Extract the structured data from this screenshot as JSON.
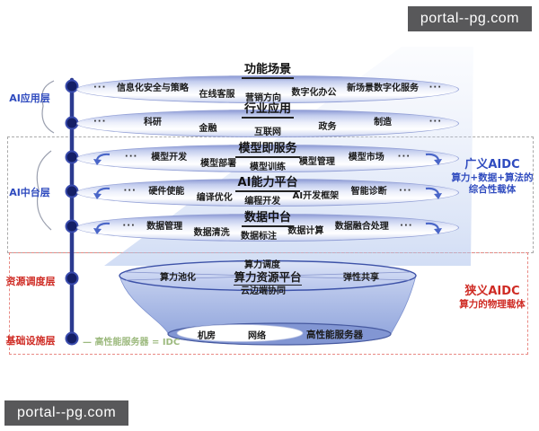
{
  "watermarks": {
    "top_right": "portal--pg.com",
    "bottom_left": "portal--pg.com"
  },
  "ui": {
    "dots": "···"
  },
  "left_rail": {
    "app_layer": "AI应用层",
    "middle_layer": "AI中台层",
    "resource_layer": "资源调度层",
    "infra_layer": "基础设施层"
  },
  "rows": [
    {
      "heading": "功能场景",
      "items": [
        "信息化安全与策略",
        "在线客服",
        "营销方向",
        "数字化办公",
        "新场景数字化服务"
      ]
    },
    {
      "heading": "行业应用",
      "items": [
        "科研",
        "金融",
        "互联网",
        "政务",
        "制造"
      ]
    },
    {
      "heading": "模型即服务",
      "items": [
        "模型开发",
        "模型部署",
        "模型训练",
        "模型管理",
        "模型市场"
      ]
    },
    {
      "heading": "AI能力平台",
      "items": [
        "硬件使能",
        "编译优化",
        "编程开发",
        "AI开发框架",
        "智能诊断"
      ]
    },
    {
      "heading": "数据中台",
      "items": [
        "数据管理",
        "数据清洗",
        "数据标注",
        "数据计算",
        "数据融合处理"
      ]
    }
  ],
  "funnel": {
    "top_label": "算力调度",
    "left_label": "算力池化",
    "center_label": "算力资源平台",
    "right_label": "弹性共享",
    "bottom_label": "云边端协同",
    "base_items": [
      "机房",
      "网络"
    ],
    "base_side_label": "高性能服务器"
  },
  "annotations": {
    "broad_aidc": {
      "title": "广义AIDC",
      "line1": "算力+数据+算法的",
      "line2": "综合性载体"
    },
    "narrow_aidc": {
      "title": "狭义AIDC",
      "line1": "算力的物理载体"
    }
  },
  "legend": {
    "text": "— 高性能服务器 = IDC"
  },
  "colors": {
    "spine": "#2b3a8f",
    "node": "#141f66",
    "accent_blue": "#2f4bbf",
    "accent_red": "#cf2b24",
    "legend_green": "#9dba7f",
    "funnel_stroke": "#3d52a8"
  }
}
